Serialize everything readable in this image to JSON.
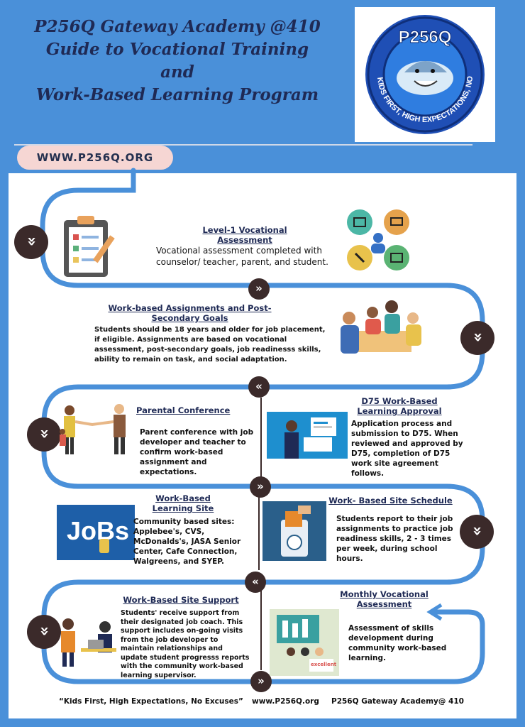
{
  "header": {
    "title_lines": [
      "P256Q Gateway Academy @410",
      "Guide to Vocational Training",
      "and",
      "Work-Based Learning Program"
    ],
    "url": "WWW.P256Q.ORG"
  },
  "logo": {
    "name": "P256Q",
    "motto": "KIDS FIRST, HIGH EXPECTATIONS, NO EXCUSES",
    "icon": "shark-mascot-icon"
  },
  "steps": {
    "level1": {
      "title": "Level-1 Vocational Assessment",
      "body": "Vocational assessment completed with counselor/ teacher, parent, and student."
    },
    "assignments": {
      "title": "Work-based Assignments and Post-Secondary Goals",
      "body": "Students should be 18 years and older for job placement, if eligible. Assignments are based on vocational assessment, post-secondary goals, job readinesss skills, ability to remain on task, and social adaptation."
    },
    "parental": {
      "title": "Parental Conference",
      "body": "Parent conference with job developer and teacher to confirm work-based assignment and expectations."
    },
    "approval": {
      "title": "D75 Work-Based Learning Approval",
      "body": "Application process and submission to D75. When reviewed and approved by D75, completion of D75 work site agreement follows."
    },
    "site": {
      "title": "Work-Based Learning Site",
      "body": "Community based sites: Applebee's, CVS, McDonalds's, JASA Senior Center, Cafe Connection, Walgreens, and SYEP.",
      "image_text": "JoBs"
    },
    "schedule": {
      "title": "Work- Based Site Schedule",
      "body": "Students report to their job assignments to practice job readiness skills, 2 - 3 times per week, during school hours."
    },
    "support": {
      "title": "Work-Based Site Support",
      "body": "Students' receive support from their designated job coach. This support includes on-going visits from the job developer to maintain relationships and update student progresss reports with the community work-based learning supervisor."
    },
    "monthly": {
      "title": "Monthly Vocational Assessment",
      "body": "Assessment of skills development during community work-based learning.",
      "image_text": "excellent"
    }
  },
  "footer": {
    "motto": "“Kids First, High Expectations, No Excuses”",
    "url": "www.P256Q.org",
    "school": "P256Q Gateway Academy@ 410"
  },
  "colors": {
    "background": "#4a90d9",
    "path": "#4a90d9",
    "chevron": "#3b2a2a",
    "title": "#1f2a55",
    "pill": "#f6d6d3"
  }
}
